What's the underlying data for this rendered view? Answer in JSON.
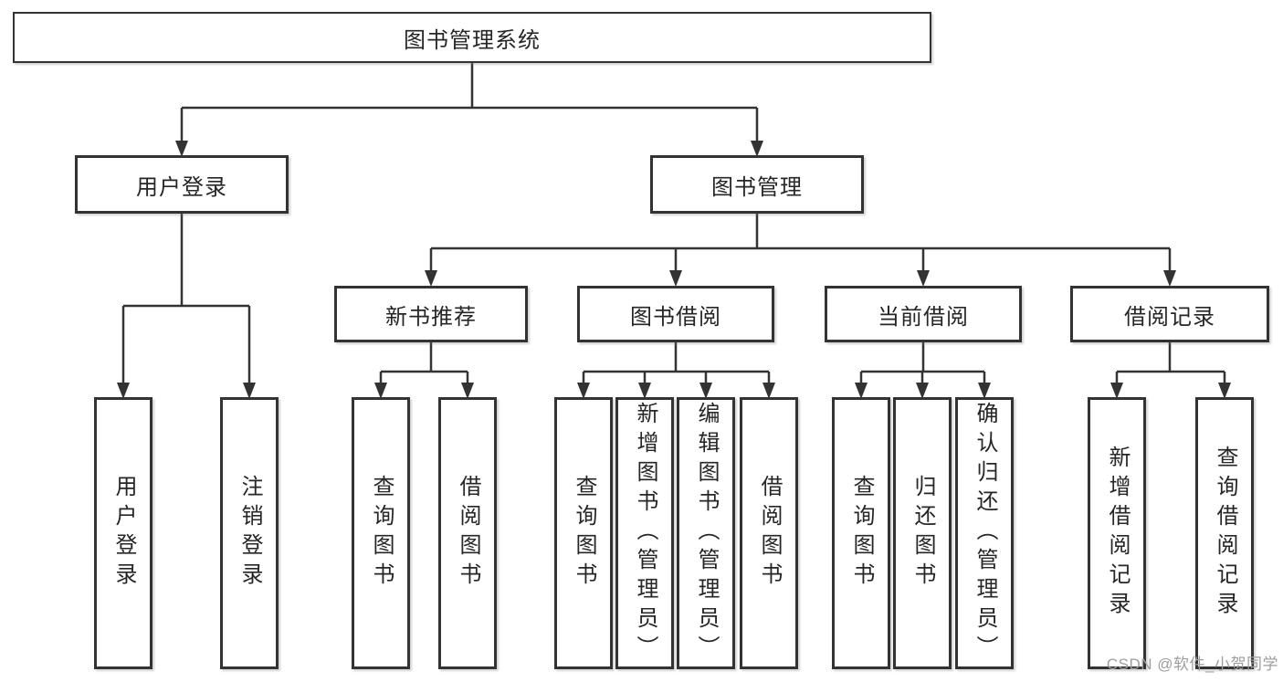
{
  "diagram": {
    "type": "hierarchy",
    "title": "图书管理系统",
    "nodes": {
      "root": {
        "label": "图书管理系统"
      },
      "userLoginGrp": {
        "label": "用户登录"
      },
      "bookMgmt": {
        "label": "图书管理"
      },
      "newBookRec": {
        "label": "新书推荐"
      },
      "bookBorrow": {
        "label": "图书借阅"
      },
      "currentBorrow": {
        "label": "当前借阅"
      },
      "borrowRecords": {
        "label": "借阅记录"
      },
      "loginUser": {
        "label": "用户登录"
      },
      "logout": {
        "label": "注销登录"
      },
      "nbQuery": {
        "label": "查询图书"
      },
      "nbBorrow": {
        "label": "借阅图书"
      },
      "bbQuery": {
        "label": "查询图书"
      },
      "bbAdd": {
        "label": "新增图书（管理员）"
      },
      "bbEdit": {
        "label": "编辑图书（管理员）"
      },
      "bbBorrow": {
        "label": "借阅图书"
      },
      "cbQuery": {
        "label": "查询图书"
      },
      "cbReturn": {
        "label": "归还图书"
      },
      "cbConfirm": {
        "label": "确认归还（管理员）"
      },
      "brAdd": {
        "label": "新增借阅记录"
      },
      "brQuery": {
        "label": "查询借阅记录"
      }
    },
    "structure": {
      "图书管理系统": {
        "用户登录": [
          "用户登录",
          "注销登录"
        ],
        "图书管理": {
          "新书推荐": [
            "查询图书",
            "借阅图书"
          ],
          "图书借阅": [
            "查询图书",
            "新增图书（管理员）",
            "编辑图书（管理员）",
            "借阅图书"
          ],
          "当前借阅": [
            "查询图书",
            "归还图书",
            "确认归还（管理员）"
          ],
          "借阅记录": [
            "新增借阅记录",
            "查询借阅记录"
          ]
        }
      }
    },
    "colors": {
      "line": "#333333",
      "border": "#333333",
      "text": "#262626",
      "background": "#ffffff"
    }
  },
  "watermark": {
    "text": "CSDN @软件_小贺同学",
    "color": "#9e9e9e"
  }
}
